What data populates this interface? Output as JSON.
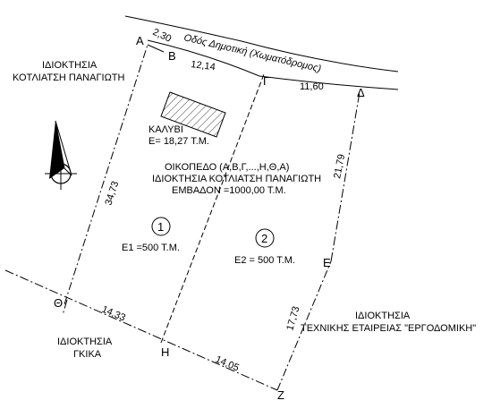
{
  "road": {
    "name": "Οδός Δημοτική  (Χωματόδρομος)"
  },
  "vertices": {
    "a": "Α",
    "b": "Β",
    "g": "Γ",
    "d": "Δ",
    "e": "Ε",
    "z": "Ζ",
    "h": "Η",
    "th": "Θ"
  },
  "dimensions": {
    "ab": "2,30",
    "bg": "12,14",
    "gd": "11,60",
    "de": "21,79",
    "ez": "17,73",
    "zh": "14,05",
    "hth": "14,33",
    "tha": "34,73"
  },
  "neighbours": {
    "west_line1": "ΙΔΙΟΚΤΗΣΙΑ",
    "west_line2": "ΚΟΤΛΙΑΤΣΗ ΠΑΝΑΓΙΩΤΗ",
    "southeast_line1": "ΙΔΙΟΚΤΗΣΙΑ",
    "southeast_line2": "ΤΕΧΝΙΚΗΣ ΕΤΑΙΡΕΙΑΣ \"ΕΡΓΟΔΟΜΙΚΗ\"",
    "southwest_line1": "ΙΔΙΟΚΤΗΣΙΑ",
    "southwest_line2": "ΓΚΙΚΑ"
  },
  "shed": {
    "label": "ΚΑΛΥΒΙ",
    "area": "Ε= 18,27 Τ.Μ."
  },
  "plot": {
    "line1": "ΟΙΚΟΠΕΔΟ (Α,Β,Γ,...,Η,Θ,Α)",
    "line2": "ΙΔΙΟΚΤΗΣΙΑ ΚΟΤΛΙΑΤΣΗ ΠΑΝΑΓΙΩΤΗ",
    "line3": "ΕΜΒΑΔΟΝ =1000,00 Τ.Μ."
  },
  "parts": {
    "p1_number": "1",
    "p1_area": "Ε1  =500 Τ.Μ.",
    "p2_number": "2",
    "p2_area": "Ε2  = 500 Τ.Μ."
  }
}
